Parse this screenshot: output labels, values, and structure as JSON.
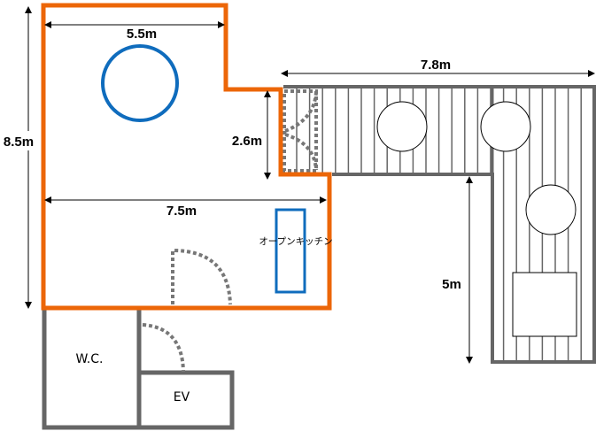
{
  "title": "Floor plan",
  "colors": {
    "outline": "#ec6608",
    "wall": "#666666",
    "accent": "#0f6cbd",
    "door": "#777777"
  },
  "dimensions": {
    "total_height": "8.5m",
    "top_width": "5.5m",
    "step_height": "2.6m",
    "lower_width": "7.5m",
    "deck_width": "7.8m",
    "deck_height": "5m"
  },
  "rooms": {
    "kitchen": "オープンキッチン",
    "wc": "W.C.",
    "ev": "EV"
  }
}
